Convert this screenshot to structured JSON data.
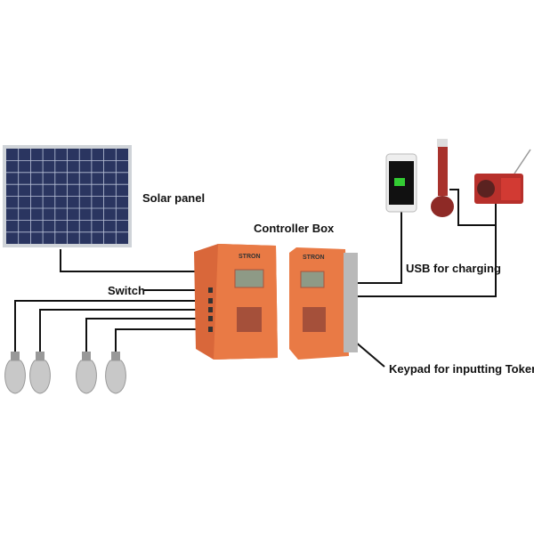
{
  "labels": {
    "solar_panel": "Solar panel",
    "controller_box": "Controller Box",
    "switch": "Switch",
    "usb": "USB for charging",
    "keypad": "Keypad for inputting Token"
  },
  "brand_logo": "STRON",
  "colors": {
    "box": "#e8763f",
    "panel": "#2a3560",
    "wire": "#111111",
    "radio": "#b7302b"
  }
}
